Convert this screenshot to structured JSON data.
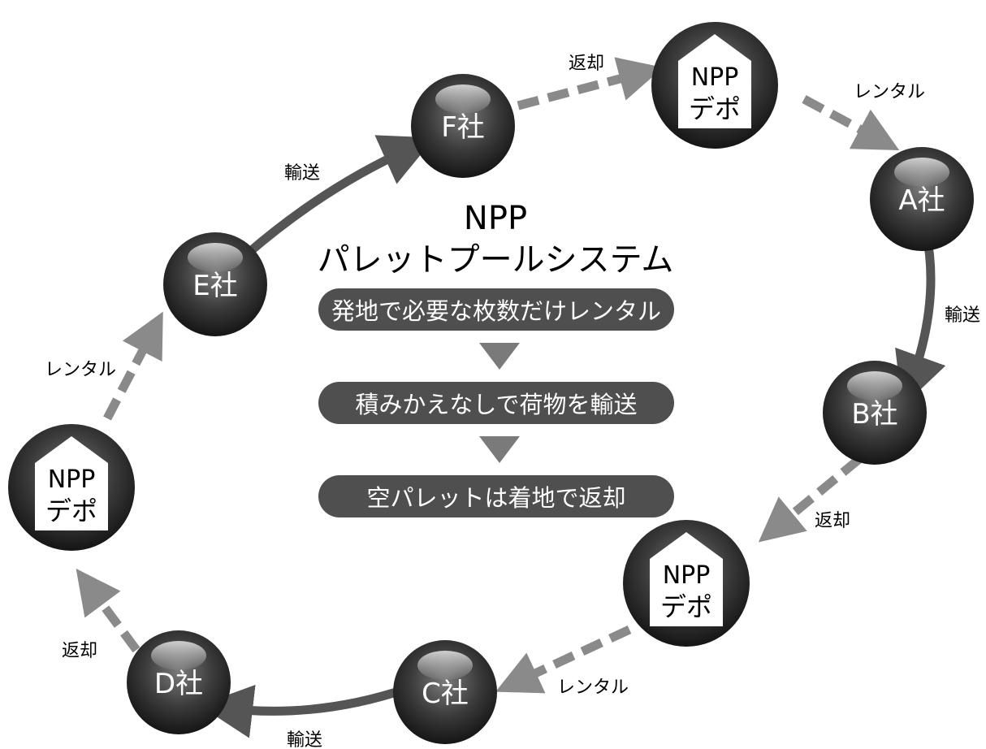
{
  "diagram": {
    "title_line1": "NPP",
    "title_line2": "パレットプールシステム",
    "steps": [
      "発地で必要な枚数だけレンタル",
      "積みかえなしで荷物を輸送",
      "空パレットは着地で返却"
    ]
  },
  "nodes": {
    "company_f": "F社",
    "company_a": "A社",
    "company_b": "B社",
    "company_c": "C社",
    "company_d": "D社",
    "company_e": "E社",
    "depot_line1": "NPP",
    "depot_line2": "デポ"
  },
  "edge_labels": {
    "return": "返却",
    "rental": "レンタル",
    "transport": "輸送"
  },
  "colors": {
    "node_dark": "#1f1f1f",
    "node_mid": "#6b6b6b",
    "solid_arrow": "#555555",
    "dashed_arrow": "#8a8a8a",
    "pill": "#4f4f4f"
  }
}
